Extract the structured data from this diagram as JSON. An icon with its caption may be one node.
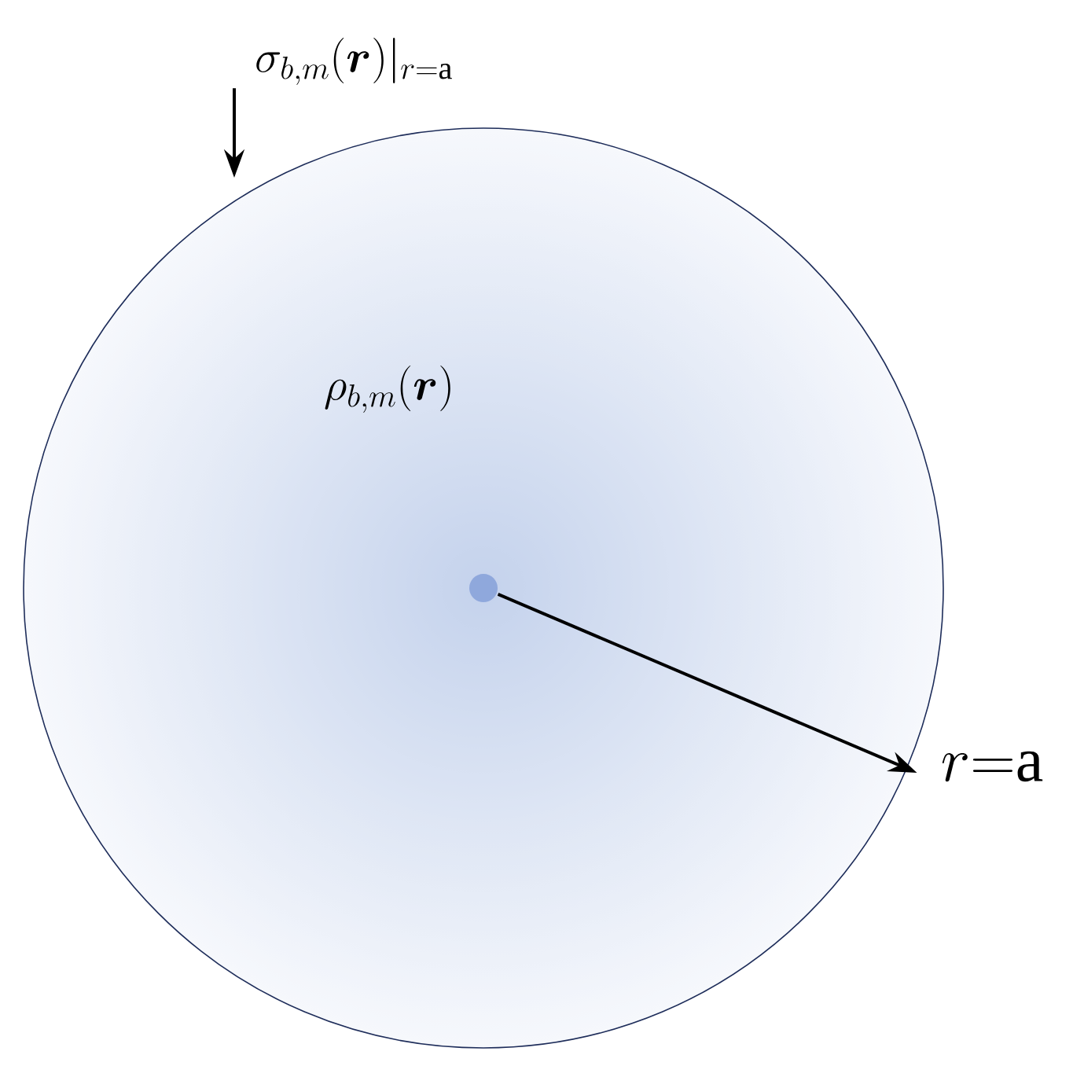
{
  "diagram": {
    "nodes": [
      {
        "text": [
          "\\rho_{b,m}(\\boldsymbol{r})"
        ]
      },
      {
        "text": [
          "\\sigma_{b,m}(\\boldsymbol{r})|_{r=\\mathrm{a}}"
        ]
      },
      {
        "text": [],
        "shape": "circle",
        "in": 0
      },
      {
        "text": [
          "r{=}\\mathrm{a}"
        ]
      }
    ],
    "edges": [
      {
        "from": 1,
        "to": 0,
        "arrow": "to"
      },
      {
        "from": 2,
        "to": 3,
        "arrow": "to"
      }
    ]
  }
}
